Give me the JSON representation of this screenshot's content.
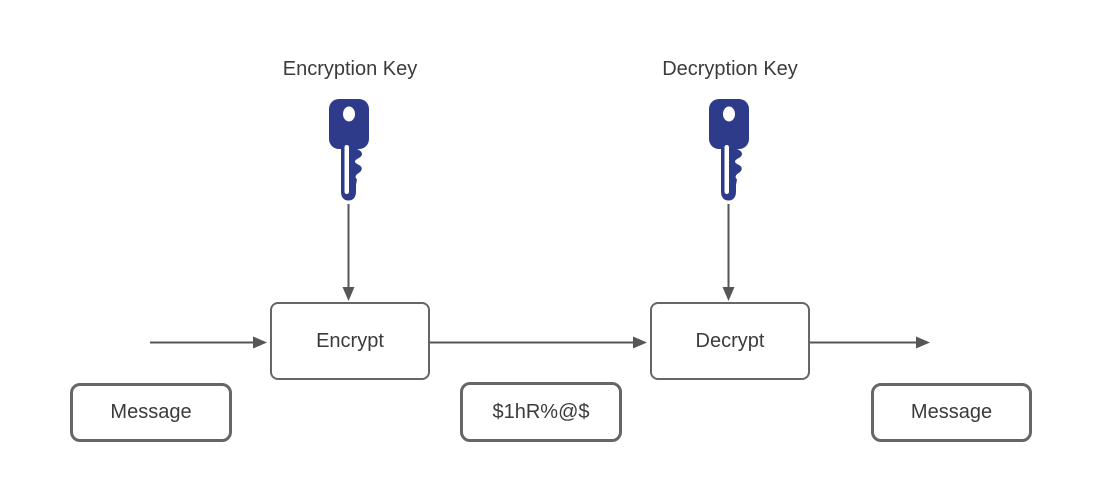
{
  "diagram": {
    "background": "#ffffff",
    "labels": {
      "encryption_key": "Encryption Key",
      "decryption_key": "Decryption Key"
    },
    "nodes": {
      "encrypt": {
        "label": "Encrypt"
      },
      "decrypt": {
        "label": "Decrypt"
      },
      "message_input": {
        "label": "Message"
      },
      "ciphertext": {
        "label": "$1hR%@$"
      },
      "message_output": {
        "label": "Message"
      }
    },
    "icons": {
      "encryption_key_icon": "key-icon",
      "decryption_key_icon": "key-icon"
    },
    "colors": {
      "key_fill": "#2e3b8a",
      "node_border": "#666666",
      "arrow": "#565656",
      "text": "#3b3b3b"
    },
    "arrows": [
      {
        "name": "arrow-into-encrypt",
        "from": "message-input",
        "to": "encrypt"
      },
      {
        "name": "arrow-encrypt-to-decrypt",
        "from": "encrypt",
        "to": "decrypt"
      },
      {
        "name": "arrow-out-of-decrypt",
        "from": "decrypt",
        "to": "message-output"
      },
      {
        "name": "arrow-encryption-key-to-encrypt",
        "from": "encryption-key",
        "to": "encrypt"
      },
      {
        "name": "arrow-decryption-key-to-decrypt",
        "from": "decryption-key",
        "to": "decrypt"
      }
    ]
  }
}
